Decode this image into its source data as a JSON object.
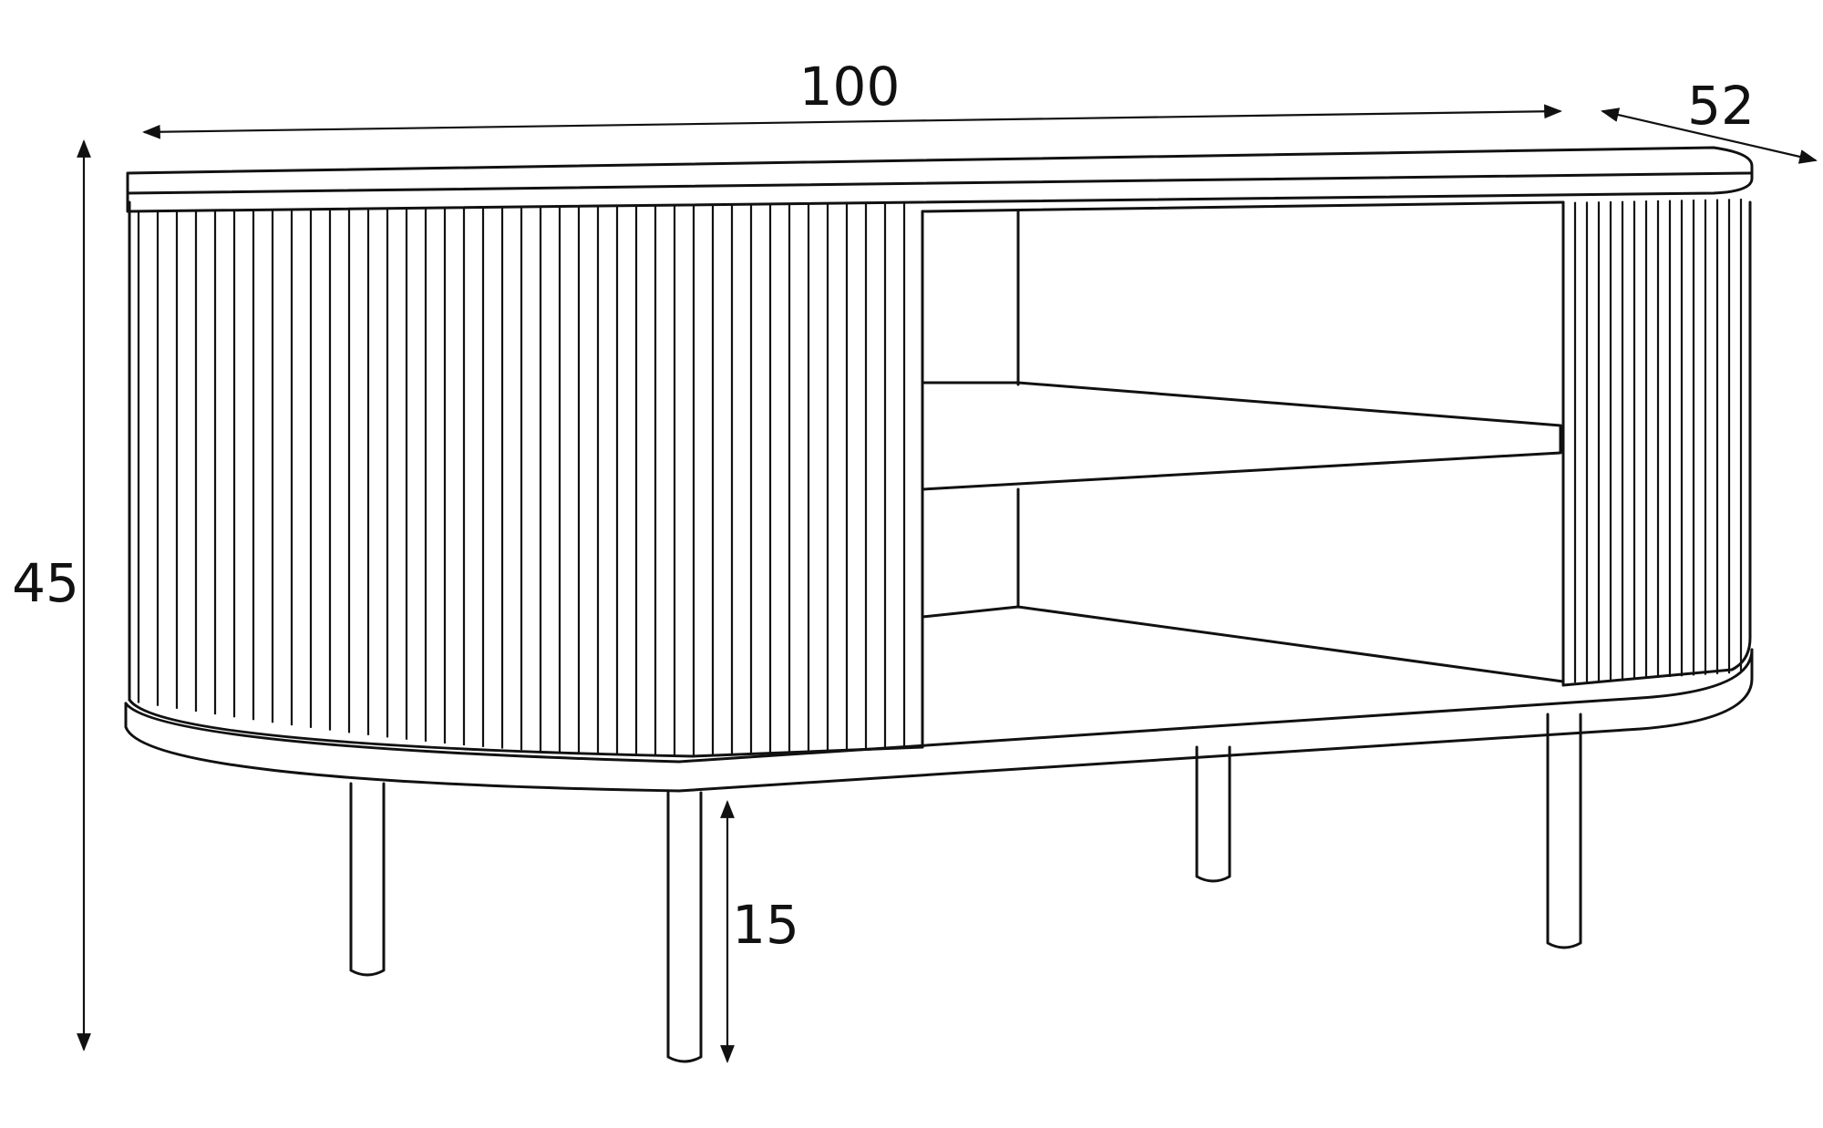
{
  "dimensions": {
    "width": "100",
    "depth": "52",
    "height": "45",
    "leg_height": "15"
  },
  "colors": {
    "line": "#111111",
    "background": "#ffffff"
  }
}
